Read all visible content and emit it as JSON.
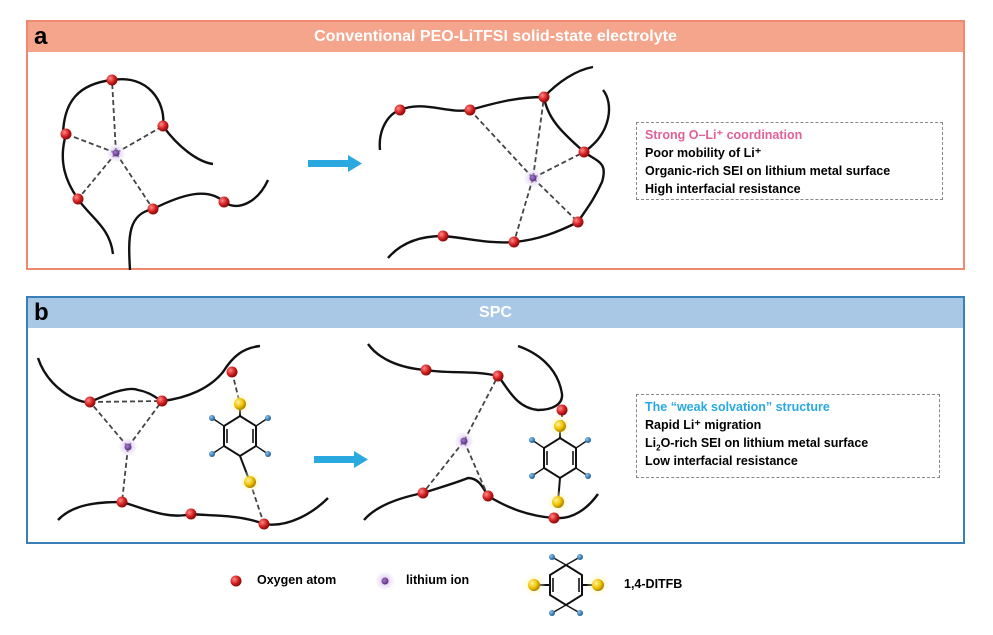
{
  "panel_a": {
    "letter": "a",
    "title": "Conventional PEO-LiTFSI solid-state electrolyte",
    "highlight": "Strong O–Li⁺ coordination",
    "lines": [
      "Poor mobility of Li⁺",
      "Organic-rich SEI on lithium metal surface",
      "High interfacial resistance"
    ]
  },
  "panel_b": {
    "letter": "b",
    "title": "SPC",
    "highlight": "The “weak solvation” structure",
    "line1": "Rapid Li⁺ migration",
    "line2_pre": "Li",
    "line2_sub": "2",
    "line2_post": "O-rich SEI on lithium metal surface",
    "line3": "Low interfacial resistance"
  },
  "legend": {
    "oxygen": "Oxygen atom",
    "lithium": "lithium ion",
    "ditfb": "1,4-DITFB"
  },
  "colors": {
    "panel_a_border": "#f08a6e",
    "panel_a_header": "#f5a58c",
    "panel_b_border": "#3b7fb8",
    "panel_b_header": "#a9c8e6",
    "oxygen": "#d42020",
    "lithium": "#7a4a9e",
    "iodine": "#f2c200",
    "arrow": "#29a9df"
  }
}
